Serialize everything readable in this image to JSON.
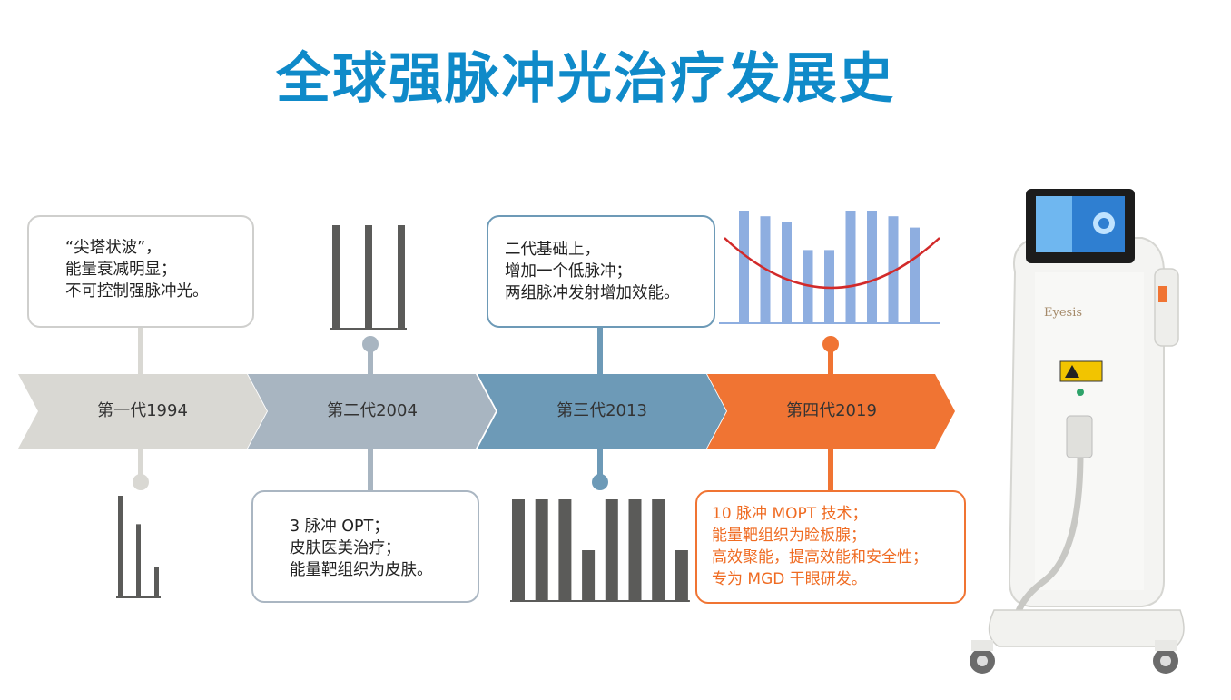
{
  "title": "全球强脉冲光治疗发展史",
  "machine_brand": "Eyesis",
  "generations": [
    {
      "label": "第一代1994",
      "lines": [
        "“尖塔状波”，",
        "能量衰减明显；",
        "不可控制强脉冲光。"
      ]
    },
    {
      "label": "第二代2004",
      "lines": [
        "3 脉冲 OPT；",
        "皮肤医美治疗；",
        "能量靶组织为皮肤。"
      ]
    },
    {
      "label": "第三代2013",
      "lines": [
        "二代基础上，",
        "增加一个低脉冲；",
        "两组脉冲发射增加效能。"
      ]
    },
    {
      "label": "第四代2019",
      "lines": [
        "10 脉冲 MOPT 技术；",
        "能量靶组织为睑板腺；",
        "高效聚能，提高效能和安全性；",
        "专为 MGD 干眼研发。"
      ]
    }
  ],
  "pulse_profiles": {
    "gen1": [
      1.0,
      0.72,
      0.3
    ],
    "gen2": [
      1.0,
      1.0,
      1.0
    ],
    "gen3": [
      1.0,
      1.0,
      1.0,
      0.5,
      1.0,
      1.0,
      1.0,
      0.5
    ],
    "gen4": [
      1.0,
      0.95,
      0.9,
      0.65,
      0.65,
      1.0,
      1.0,
      0.95,
      0.85
    ]
  },
  "colors": {
    "title": "#0f8ac9",
    "gen1": "#d9d8d3",
    "gen2": "#a8b5c1",
    "gen3": "#6d9ab7",
    "gen4": "#f07433",
    "bars_gray": "#5b5b59",
    "bars_blue": "#8eaee0",
    "curve": "#d22a2a"
  }
}
